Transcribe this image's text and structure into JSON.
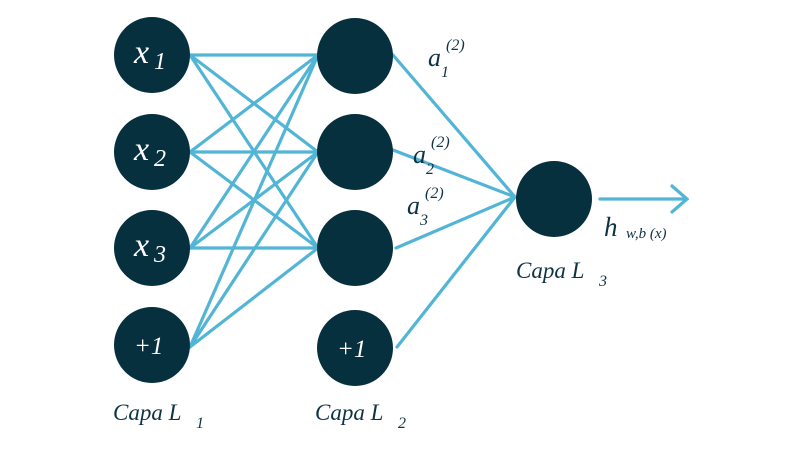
{
  "diagram": {
    "type": "neural-network",
    "colors": {
      "node": "#07303f",
      "edge": "#52b5d6",
      "node_text": "#ffffff",
      "label_text": "#0e3344"
    },
    "layers": [
      {
        "id": "L1",
        "label": "Capa L",
        "label_sub": "1",
        "nodes": [
          {
            "id": "x1",
            "text": "x",
            "sub": "1"
          },
          {
            "id": "x2",
            "text": "x",
            "sub": "2"
          },
          {
            "id": "x3",
            "text": "x",
            "sub": "3"
          },
          {
            "id": "b1",
            "text": "+1",
            "sub": ""
          }
        ]
      },
      {
        "id": "L2",
        "label": "Capa L",
        "label_sub": "2",
        "nodes": [
          {
            "id": "a1",
            "text": "",
            "sub": ""
          },
          {
            "id": "a2",
            "text": "",
            "sub": ""
          },
          {
            "id": "a3",
            "text": "",
            "sub": ""
          },
          {
            "id": "b2",
            "text": "+1",
            "sub": ""
          }
        ]
      },
      {
        "id": "L3",
        "label": "Capa L",
        "label_sub": "3",
        "nodes": [
          {
            "id": "out",
            "text": "",
            "sub": ""
          }
        ]
      }
    ],
    "activation_labels": [
      {
        "base": "a",
        "sub": "1",
        "sup": "(2)"
      },
      {
        "base": "a",
        "sub": "2",
        "sup": "(2)"
      },
      {
        "base": "a",
        "sub": "3",
        "sup": "(2)"
      }
    ],
    "output": {
      "base": "h",
      "sub": "w,b (x)"
    },
    "edges": [
      [
        "x1",
        "a1"
      ],
      [
        "x1",
        "a2"
      ],
      [
        "x1",
        "a3"
      ],
      [
        "x2",
        "a1"
      ],
      [
        "x2",
        "a2"
      ],
      [
        "x2",
        "a3"
      ],
      [
        "x3",
        "a1"
      ],
      [
        "x3",
        "a2"
      ],
      [
        "x3",
        "a3"
      ],
      [
        "b1",
        "a1"
      ],
      [
        "b1",
        "a2"
      ],
      [
        "b1",
        "a3"
      ],
      [
        "a1",
        "out"
      ],
      [
        "a2",
        "out"
      ],
      [
        "a3",
        "out"
      ],
      [
        "b2",
        "out"
      ]
    ]
  }
}
